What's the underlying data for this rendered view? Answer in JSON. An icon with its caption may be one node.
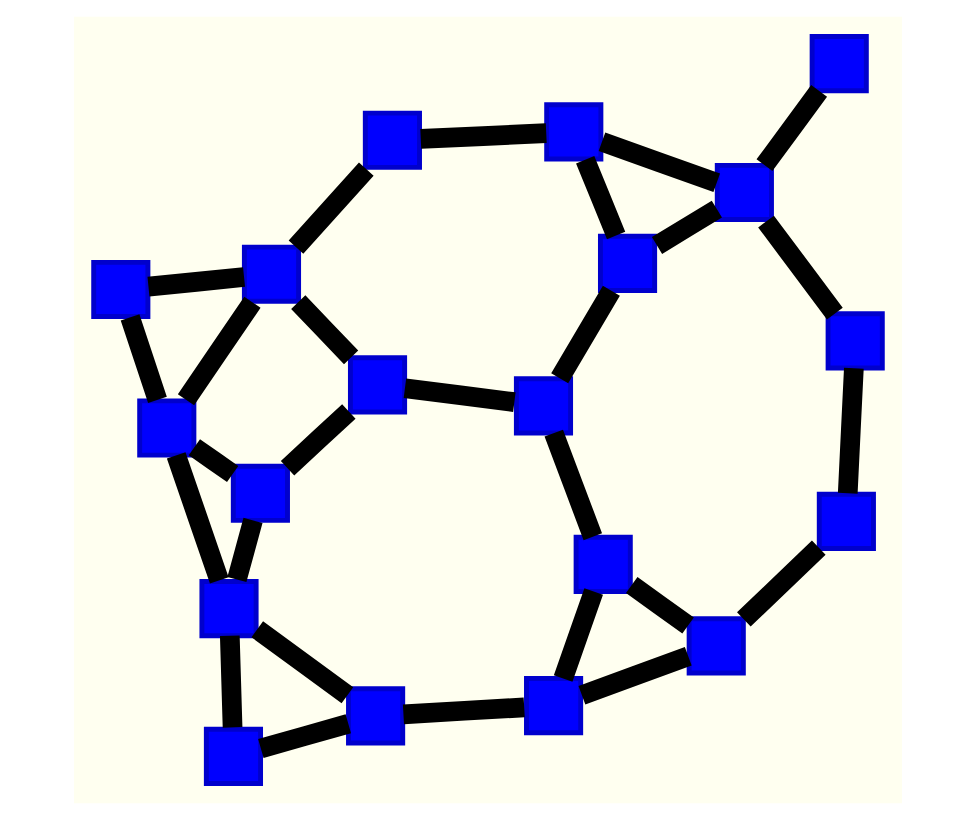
{
  "diagram": {
    "nodes": [
      {
        "text": [],
        "shape": "box"
      },
      {
        "text": [],
        "shape": "box"
      },
      {
        "text": [],
        "shape": "box"
      },
      {
        "text": [],
        "shape": "box"
      },
      {
        "text": [],
        "shape": "box"
      },
      {
        "text": [],
        "shape": "box"
      },
      {
        "text": [],
        "shape": "box"
      },
      {
        "text": [],
        "shape": "box"
      },
      {
        "text": [],
        "shape": "box"
      },
      {
        "text": [],
        "shape": "box"
      },
      {
        "text": [],
        "shape": "box"
      },
      {
        "text": [],
        "shape": "box"
      },
      {
        "text": [],
        "shape": "box"
      },
      {
        "text": [],
        "shape": "box"
      },
      {
        "text": [],
        "shape": "box"
      },
      {
        "text": [],
        "shape": "box"
      },
      {
        "text": [],
        "shape": "box"
      },
      {
        "text": [],
        "shape": "box"
      },
      {
        "text": [],
        "shape": "box"
      }
    ],
    "edges": [
      {
        "from": 0,
        "to": 1,
        "arrow": "none"
      },
      {
        "from": 1,
        "to": 2,
        "arrow": "none"
      },
      {
        "from": 0,
        "to": 3,
        "arrow": "none"
      },
      {
        "from": 3,
        "to": 6,
        "arrow": "none"
      },
      {
        "from": 0,
        "to": 6,
        "arrow": "none"
      },
      {
        "from": 0,
        "to": 4,
        "arrow": "none"
      },
      {
        "from": 1,
        "to": 4,
        "arrow": "none"
      },
      {
        "from": 1,
        "to": 5,
        "arrow": "none"
      },
      {
        "from": 2,
        "to": 5,
        "arrow": "none"
      },
      {
        "from": 5,
        "to": 7,
        "arrow": "none"
      },
      {
        "from": 4,
        "to": 8,
        "arrow": "none"
      },
      {
        "from": 5,
        "to": 8,
        "arrow": "none"
      },
      {
        "from": 8,
        "to": 11,
        "arrow": "none"
      },
      {
        "from": 6,
        "to": 9,
        "arrow": "none"
      },
      {
        "from": 9,
        "to": 10,
        "arrow": "none"
      },
      {
        "from": 10,
        "to": 11,
        "arrow": "none"
      },
      {
        "from": 11,
        "to": 12,
        "arrow": "none"
      },
      {
        "from": 12,
        "to": 13,
        "arrow": "none"
      },
      {
        "from": 7,
        "to": 13,
        "arrow": "none"
      },
      {
        "from": 9,
        "to": 14,
        "arrow": "none"
      },
      {
        "from": 10,
        "to": 14,
        "arrow": "none"
      },
      {
        "from": 14,
        "to": 15,
        "arrow": "none"
      },
      {
        "from": 15,
        "to": 16,
        "arrow": "none"
      },
      {
        "from": 16,
        "to": 17,
        "arrow": "none"
      },
      {
        "from": 12,
        "to": 17,
        "arrow": "none"
      },
      {
        "from": 13,
        "to": 17,
        "arrow": "none"
      },
      {
        "from": 17,
        "to": 18,
        "arrow": "none"
      }
    ]
  }
}
